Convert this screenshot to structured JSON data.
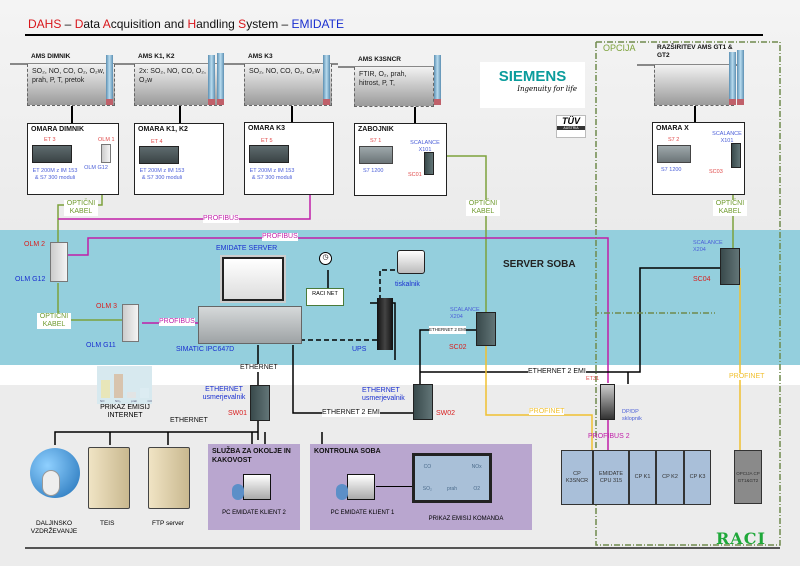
{
  "title": {
    "p1": "DAHS",
    "p2": " – ",
    "p3": "D",
    "p4": "ata ",
    "p5": "A",
    "p6": "cquisition and ",
    "p7": "H",
    "p8": "andling ",
    "p9": "S",
    "p10": "ystem – ",
    "p11": "EMIDATE"
  },
  "ams": [
    {
      "name": "AMS DIMNIK",
      "text": "SO₂, NO, CO, O₂, O₂w, prah, P, T, pretok"
    },
    {
      "name": "AMS K1, K2",
      "text": "2x: SO₂, NO, CO, O₂, O₂w"
    },
    {
      "name": "AMS K3",
      "text": "SO₂, NO, CO, O₂, O₂w"
    },
    {
      "name": "AMS K3SNCR",
      "text": "FTIR, O₂, prah, hitrost, P, T,"
    },
    {
      "name": "RAZŠIRITEV AMS GT1 & GT2",
      "text": ""
    }
  ],
  "cabinets": {
    "dimnik": {
      "title": "OMARA DIMNIK",
      "et": "ET 3",
      "olm": "OLM 1",
      "olm_type": "OLM G12",
      "desc": "ET 200M z IM 153 & S7 300 moduli",
      "bus": "PROFIBUS"
    },
    "k1k2": {
      "title": "OMARA K1, K2",
      "et": "ET 4",
      "desc": "ET 200M z IM 153 & S7 300 moduli",
      "bus": "PROFIBUS"
    },
    "k3": {
      "title": "OMARA K3",
      "et": "ET 5",
      "desc": "ET 200M z IM 153 & S7 300 moduli"
    },
    "zabojnik": {
      "title": "ZABOJNIK",
      "plc": "S7 1",
      "plc_type": "S7 1200",
      "bus": "PROFINET",
      "scalance": "SCALANCE X101",
      "sc": "SC01"
    },
    "omarax": {
      "title": "OMARA X",
      "plc": "S7 2",
      "plc_type": "S7 1200",
      "bus": "PROFINET",
      "scalance": "SCALANCE X101",
      "sc": "SC03"
    }
  },
  "logos": {
    "siemens": "SIEMENS",
    "siemens_tag": "Ingenuity for life",
    "tuv": "TÜV",
    "tuv_sub": "AUSTRIA",
    "raci": "RACI"
  },
  "option_label": "OPCIJA",
  "server_room": "SERVER SOBA",
  "optic": "OPTIČNI KABEL",
  "profibus": "PROFIBUS",
  "profibus2": "PROFIBUS 2",
  "profinet": "PROFINET",
  "ethernet": "ETHERNET",
  "ethernet2": "ETHERNET 2 EMI",
  "olm2": {
    "name": "OLM 2",
    "type": "OLM G12"
  },
  "olm3": {
    "name": "OLM 3",
    "type": "OLM G11"
  },
  "server": {
    "title": "EMIDATE SERVER",
    "ipc": "SIMATIC IPC647D"
  },
  "raci_net": "RACI NET",
  "printer": "tiskalnik",
  "ups": "UPS",
  "sc02": {
    "type": "SCALANCE X204",
    "name": "SC02"
  },
  "sc04": {
    "type": "SCALANCE X204",
    "name": "SC04"
  },
  "sw01": {
    "type": "ETHERNET usmerjevalnik",
    "name": "SW01"
  },
  "sw02": {
    "type": "ETHERNET usmerjevalnik",
    "name": "SW02"
  },
  "et31": {
    "name": "ET31",
    "type": "DP/DP sklopnik"
  },
  "internet": {
    "label": "PRIKAZ EMISIJ INTERNET",
    "bars": [
      "NO",
      "NO₂",
      "prah",
      "CO"
    ]
  },
  "bottom": {
    "remote": "DALJINSKO VZDRŽEVANJE",
    "teis": "TEIS",
    "ftp": "FTP server"
  },
  "rooms": {
    "sluzba": {
      "title": "SLUŽBA ZA OKOLJE IN KAKOVOST",
      "pc": "PC EMIDATE KLIENT 2"
    },
    "kontrolna": {
      "title": "KONTROLNA SOBA",
      "pc": "PC EMIDATE KLIENT 1",
      "display": "PRIKAZ EMISIJ KOMANDA",
      "cells": [
        "CO",
        "NOx",
        "SO₂",
        "prah",
        "O2"
      ]
    }
  },
  "cp_modules": [
    "CP K3SNCR",
    "EMIDATE CPU 315",
    "CP K1",
    "CP K2",
    "CP K3"
  ],
  "cp_option": "OPCIJA CP GT1&GT2"
}
